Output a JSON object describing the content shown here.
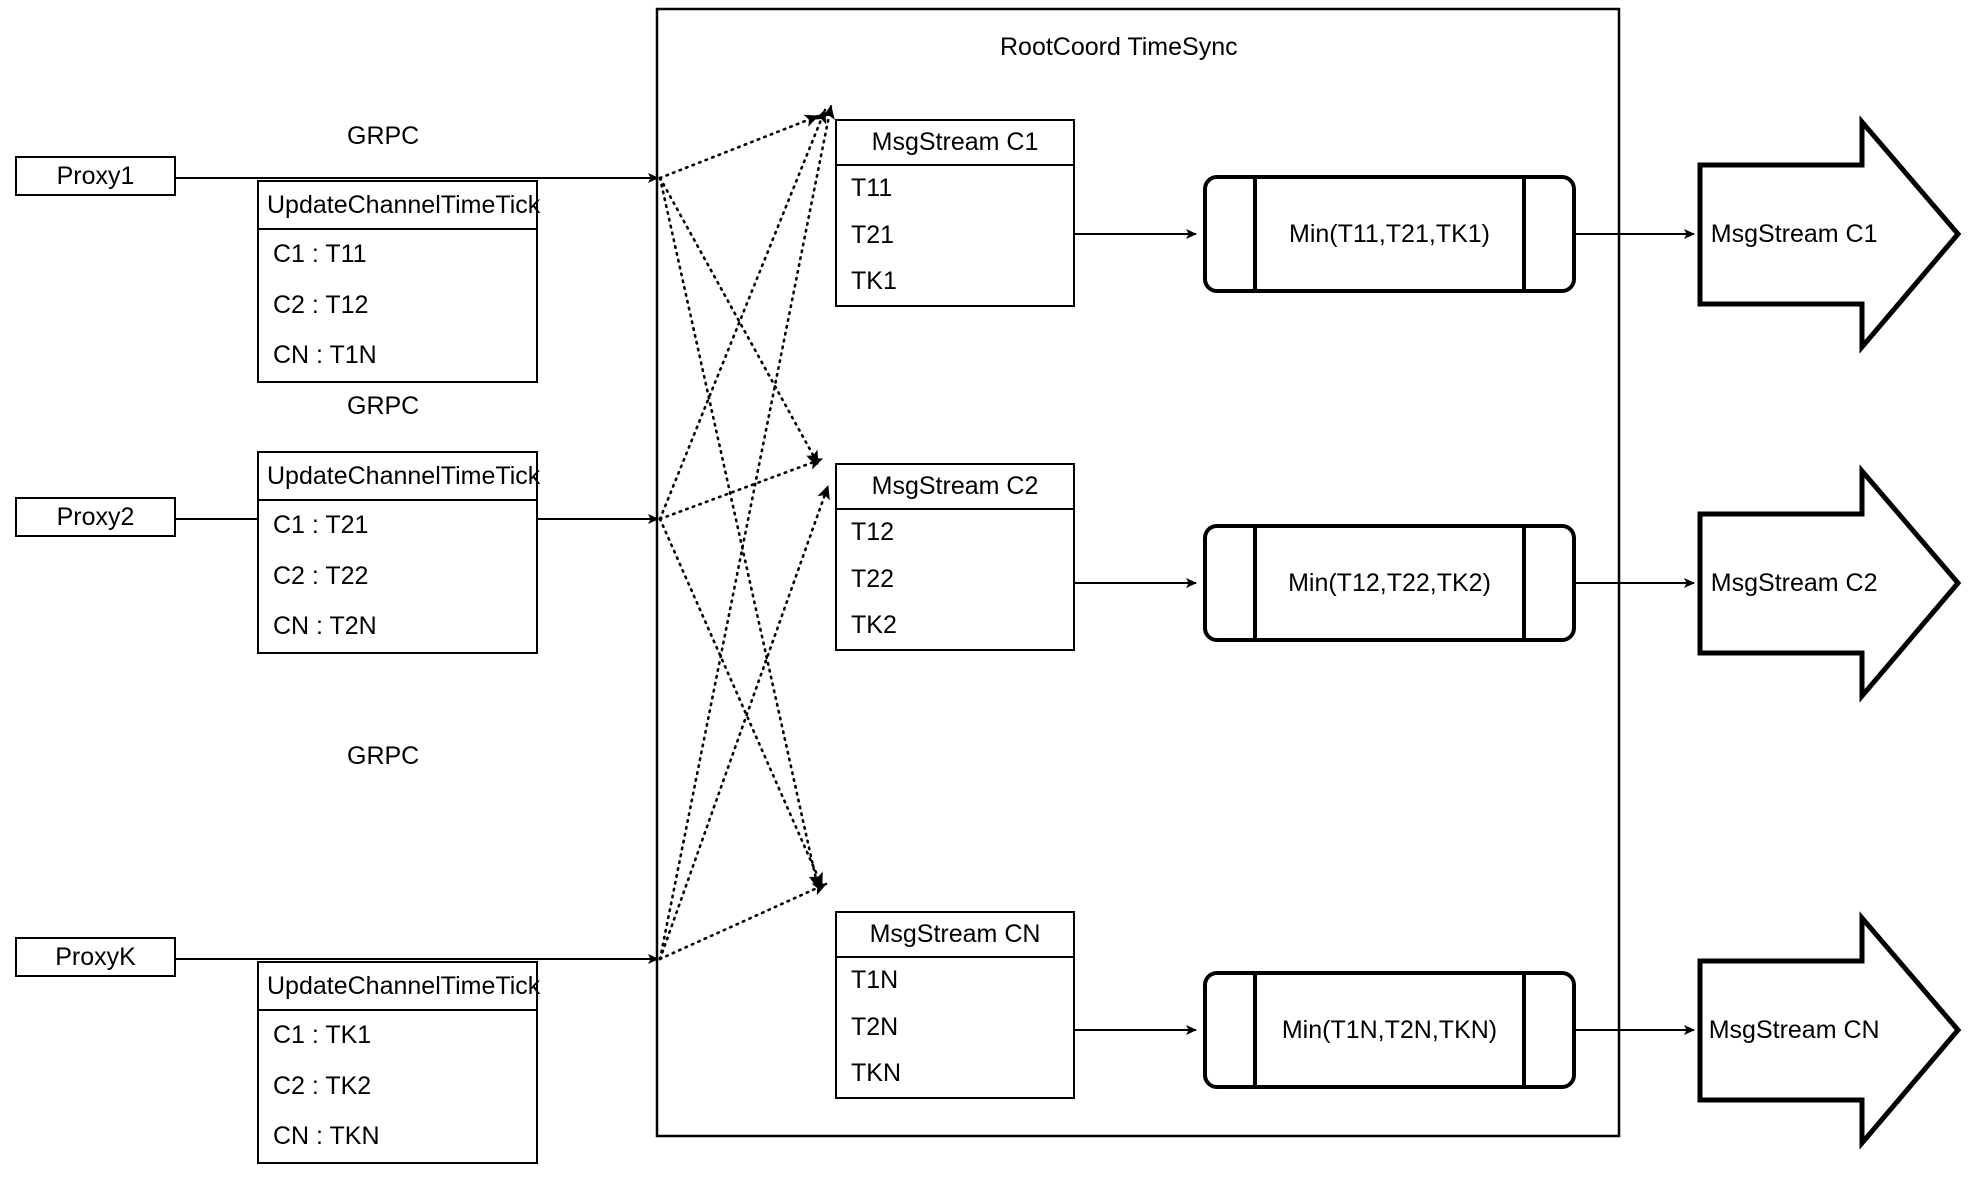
{
  "diagram": {
    "title": "RootCoord TimeSync",
    "container_label": "RootCoord TimeSync"
  },
  "proxies": [
    {
      "name": "Proxy1",
      "link_label": "GRPC",
      "table_header": "UpdateChannelTimeTick",
      "rows": [
        "C1 :  T11",
        "C2 :  T12",
        "CN : T1N"
      ]
    },
    {
      "name": "Proxy2",
      "link_label": "GRPC",
      "table_header": "UpdateChannelTimeTick",
      "rows": [
        "C1 :  T21",
        "C2 :  T22",
        "CN : T2N"
      ]
    },
    {
      "name": "ProxyK",
      "link_label": "GRPC",
      "table_header": "UpdateChannelTimeTick",
      "rows": [
        "C1 :  TK1",
        "C2 :  TK2",
        "CN : TKN"
      ]
    }
  ],
  "channels": [
    {
      "stream_header": "MsgStream C1",
      "stream_rows": [
        "T11",
        "T21",
        "TK1"
      ],
      "min_label": "Min(T11,T21,TK1)",
      "output_label": "MsgStream C1"
    },
    {
      "stream_header": "MsgStream C2",
      "stream_rows": [
        "T12",
        "T22",
        "TK2"
      ],
      "min_label": "Min(T12,T22,TK2)",
      "output_label": "MsgStream C2"
    },
    {
      "stream_header": "MsgStream CN",
      "stream_rows": [
        "T1N",
        "T2N",
        "TKN"
      ],
      "min_label": "Min(T1N,T2N,TKN)",
      "output_label": "MsgStream CN"
    }
  ],
  "colors": {
    "stroke": "#000000",
    "fill": "#ffffff"
  }
}
